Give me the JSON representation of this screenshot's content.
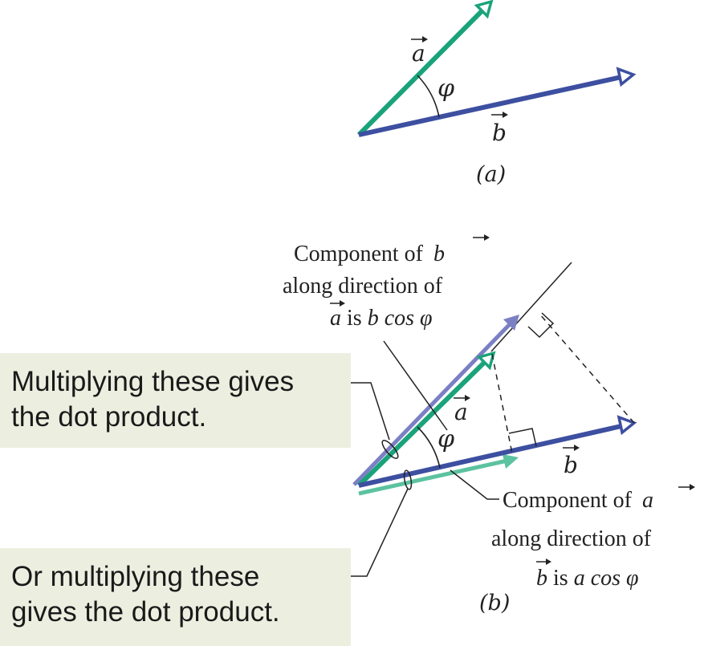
{
  "diagram_a": {
    "label_a": "a",
    "label_b": "b",
    "angle": "φ",
    "caption": "(a)"
  },
  "diagram_b": {
    "comp_b_line1_pre": "Component of",
    "comp_b_var": "b",
    "comp_b_line2": "along direction of",
    "comp_b_line3_var": "a",
    "comp_b_line3_mid": " is ",
    "comp_b_line3_expr": "b cos φ",
    "label_a": "a",
    "label_b": "b",
    "angle": "φ",
    "comp_a_line1_pre": "Component of",
    "comp_a_var": "a",
    "comp_a_line2": "along direction of",
    "comp_a_line3_var": "b",
    "comp_a_line3_mid": " is ",
    "comp_a_line3_expr": "a cos φ",
    "caption": "(b)"
  },
  "callouts": {
    "top_line1": "Multiplying these gives",
    "top_line2": "the dot product.",
    "bottom_line1": "Or multiplying these",
    "bottom_line2": "gives the dot product."
  },
  "colors": {
    "vector_a": "#1aa37a",
    "vector_b": "#3d4fa0",
    "projection_b_on_a": "#7b7fc4",
    "projection_a_on_b": "#5cc2a0",
    "callout_bg": "#ecefe0"
  }
}
